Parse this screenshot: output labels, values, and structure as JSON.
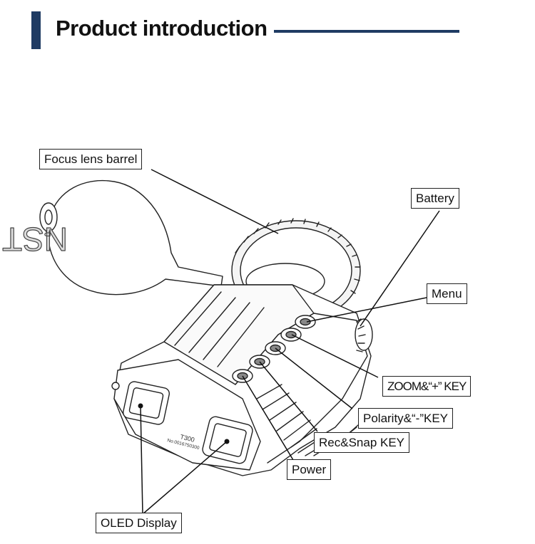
{
  "header": {
    "title": "Product introduction",
    "accent_color": "#1f3b63"
  },
  "device": {
    "cap_text": "NST",
    "cap_mark": "R",
    "model_text": "T300",
    "serial_text": "No:0016750300"
  },
  "labels": {
    "focus_lens_barrel": "Focus lens barrel",
    "battery": "Battery",
    "menu": "Menu",
    "zoom_plus_key": "ZOOM&“+” KEY",
    "polarity_minus_key": "Polarity&“-”KEY",
    "rec_snap_key": "Rec&Snap KEY",
    "power": "Power",
    "oled_display": "OLED Display"
  }
}
